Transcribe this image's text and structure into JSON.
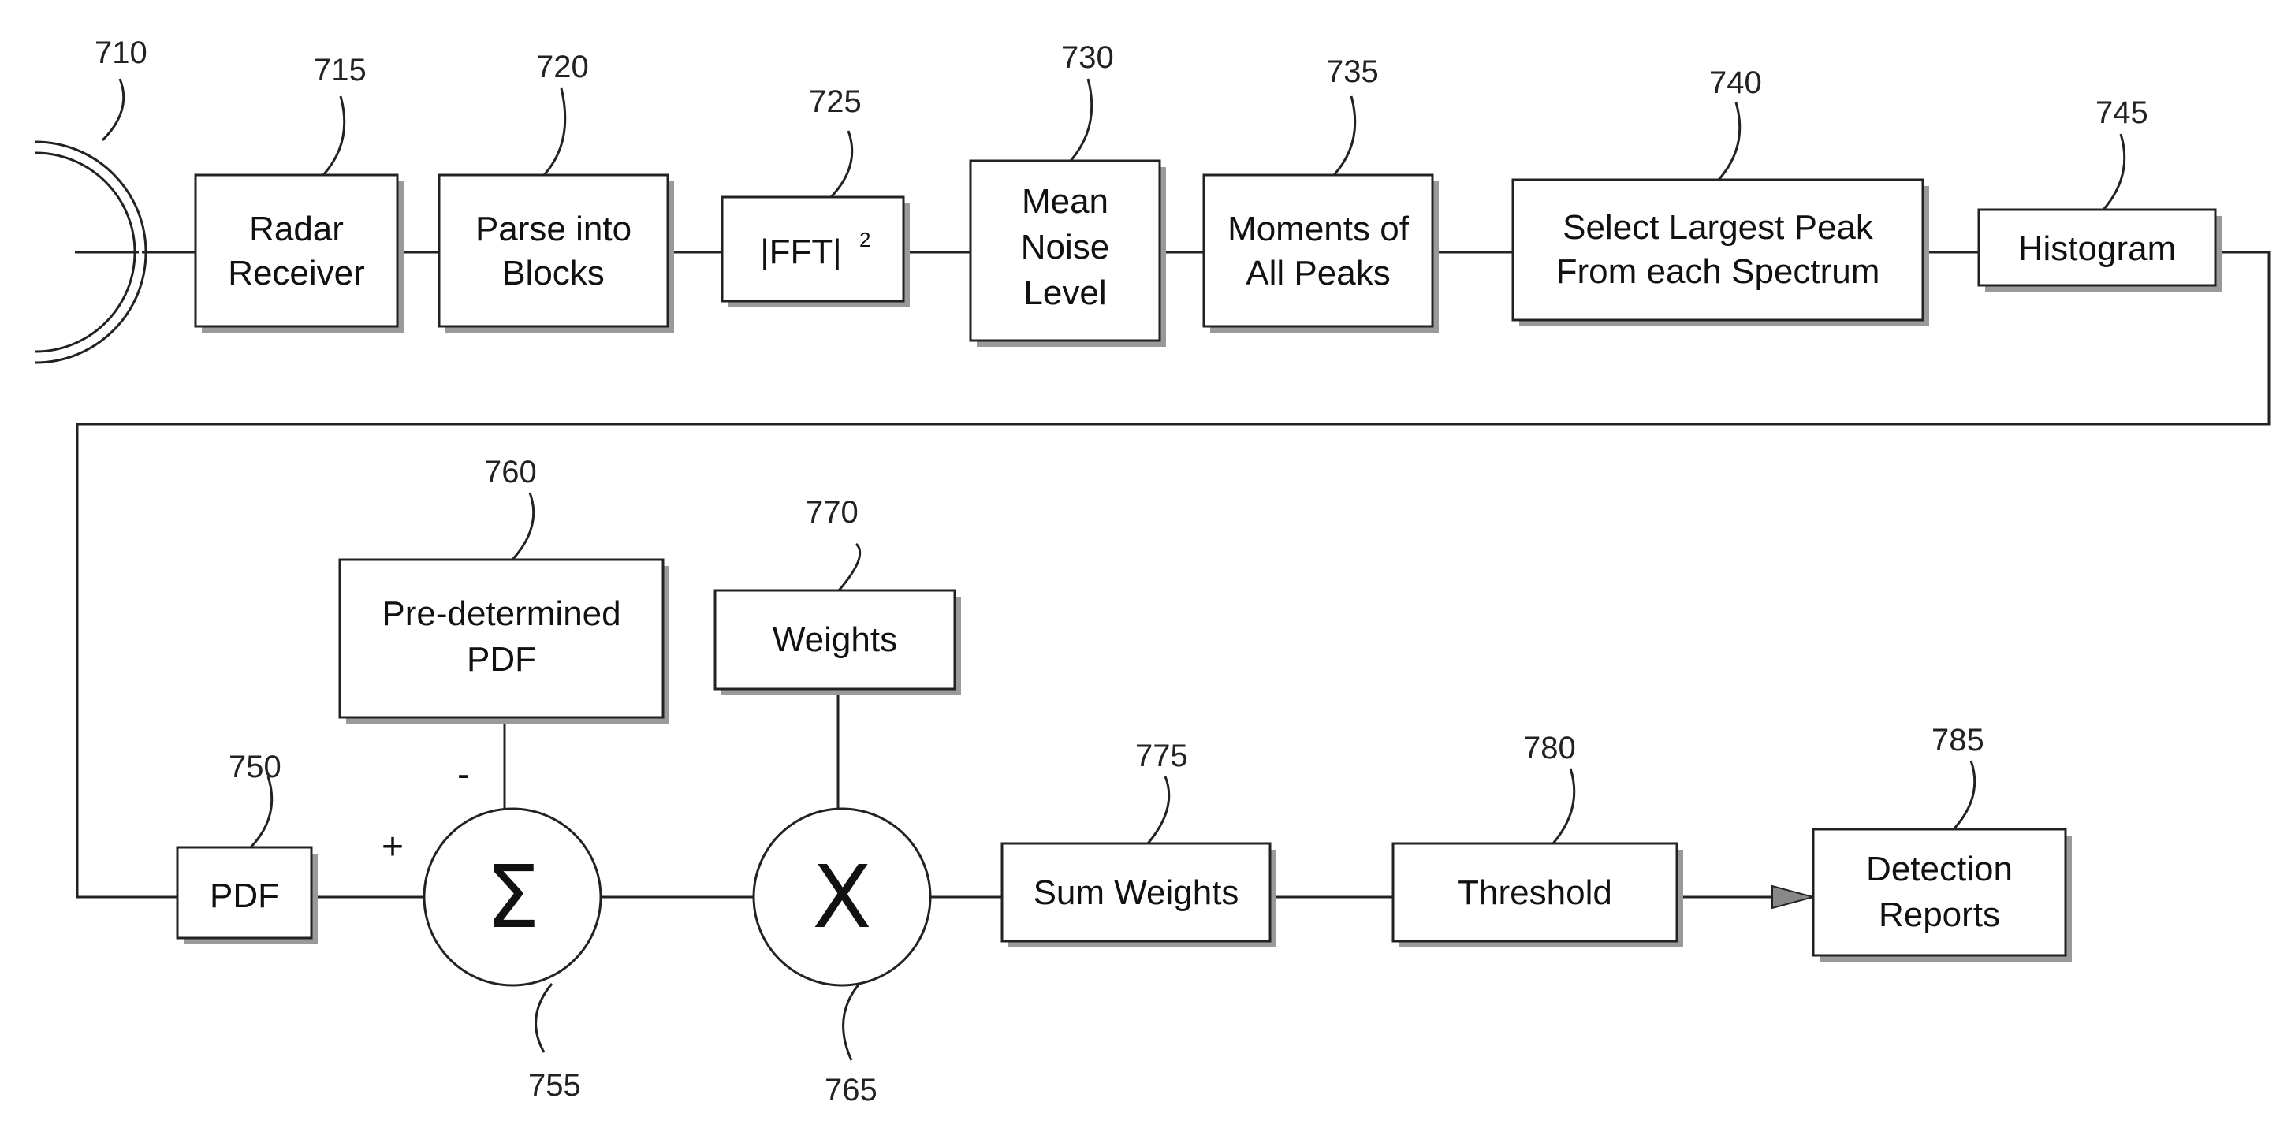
{
  "blocks": {
    "radar_receiver": {
      "line1": "Radar",
      "line2": "Receiver",
      "ref": "715"
    },
    "parse_blocks": {
      "line1": "Parse into",
      "line2": "Blocks",
      "ref": "720"
    },
    "fft": {
      "label": "|FFT|",
      "exponent": "2",
      "ref": "725"
    },
    "mean_noise": {
      "line1": "Mean",
      "line2": "Noise",
      "line3": "Level",
      "ref": "730"
    },
    "moments": {
      "line1": "Moments of",
      "line2": "All Peaks",
      "ref": "735"
    },
    "select_peak": {
      "line1": "Select Largest Peak",
      "line2": "From each Spectrum",
      "ref": "740"
    },
    "histogram": {
      "label": "Histogram",
      "ref": "745"
    },
    "pdf": {
      "label": "PDF",
      "ref": "750"
    },
    "predetermined_pdf": {
      "line1": "Pre-determined",
      "line2": "PDF",
      "ref": "760"
    },
    "weights": {
      "label": "Weights",
      "ref": "770"
    },
    "sum_weights": {
      "label": "Sum Weights",
      "ref": "775"
    },
    "threshold": {
      "label": "Threshold",
      "ref": "780"
    },
    "detection_reports": {
      "line1": "Detection",
      "line2": "Reports",
      "ref": "785"
    }
  },
  "nodes": {
    "summer": {
      "symbol": "Σ",
      "ref": "755",
      "plus": "+",
      "minus": "-"
    },
    "multiplier": {
      "symbol": "X",
      "ref": "765"
    }
  },
  "antenna": {
    "ref": "710"
  }
}
